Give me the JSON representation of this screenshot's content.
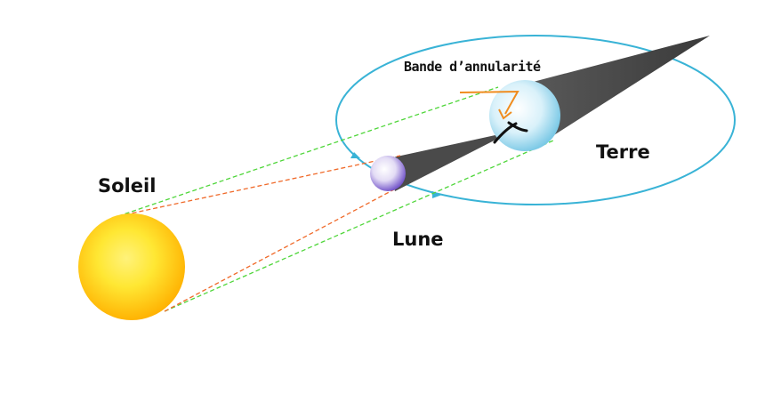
{
  "labels": {
    "sun": "Soleil",
    "moon": "Lune",
    "earth": "Terre",
    "band": "Bande d’annularité"
  },
  "colors": {
    "orbit": "#39b3d6",
    "tangent_outer": "#4fd63a",
    "tangent_inner": "#f06a2a",
    "shadow": "#4a4a4a",
    "annularity_marker": "#f08c1e",
    "path": "#111111",
    "sun_core": "#ffe733",
    "sun_edge": "#ffb000",
    "earth_core": "#ffffff",
    "earth_edge": "#7cc9e6",
    "moon_core": "#ffffff",
    "moon_edge": "#6f4fc8"
  }
}
